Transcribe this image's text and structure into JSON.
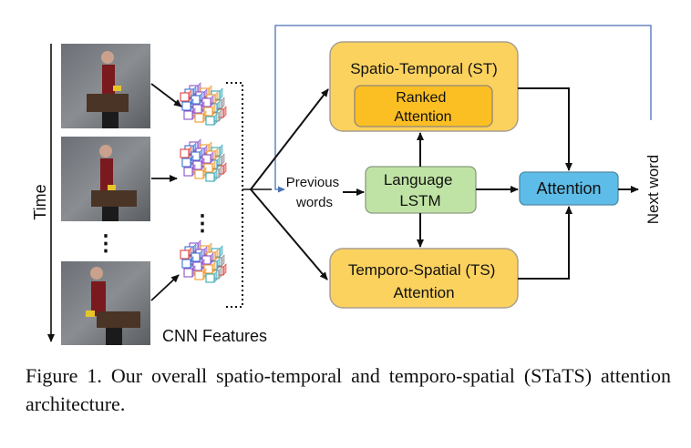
{
  "time_label": "Time",
  "frame_ellipsis": "⋮",
  "feature_ellipsis": "⋮",
  "cnn_features_label": "CNN Features",
  "previous_words": [
    "Previous",
    "words"
  ],
  "st_box": {
    "title": "Spatio-Temporal (ST)",
    "inner": [
      "Ranked",
      "Attention"
    ]
  },
  "lstm_box": [
    "Language",
    "LSTM"
  ],
  "attention_box": "Attention",
  "ts_box": [
    "Temporo-Spatial (TS)",
    "Attention"
  ],
  "next_word": "Next word",
  "caption": "Figure 1. Our overall spatio-temporal and temporo-spatial (STaTS) attention architecture.",
  "colors": {
    "orange_box": "#fcd25e",
    "inner_orange": "#fbbf24",
    "lstm_green": "#bfe3a4",
    "attention_blue": "#5dbde8",
    "feedback_line": "#4a72b8"
  }
}
